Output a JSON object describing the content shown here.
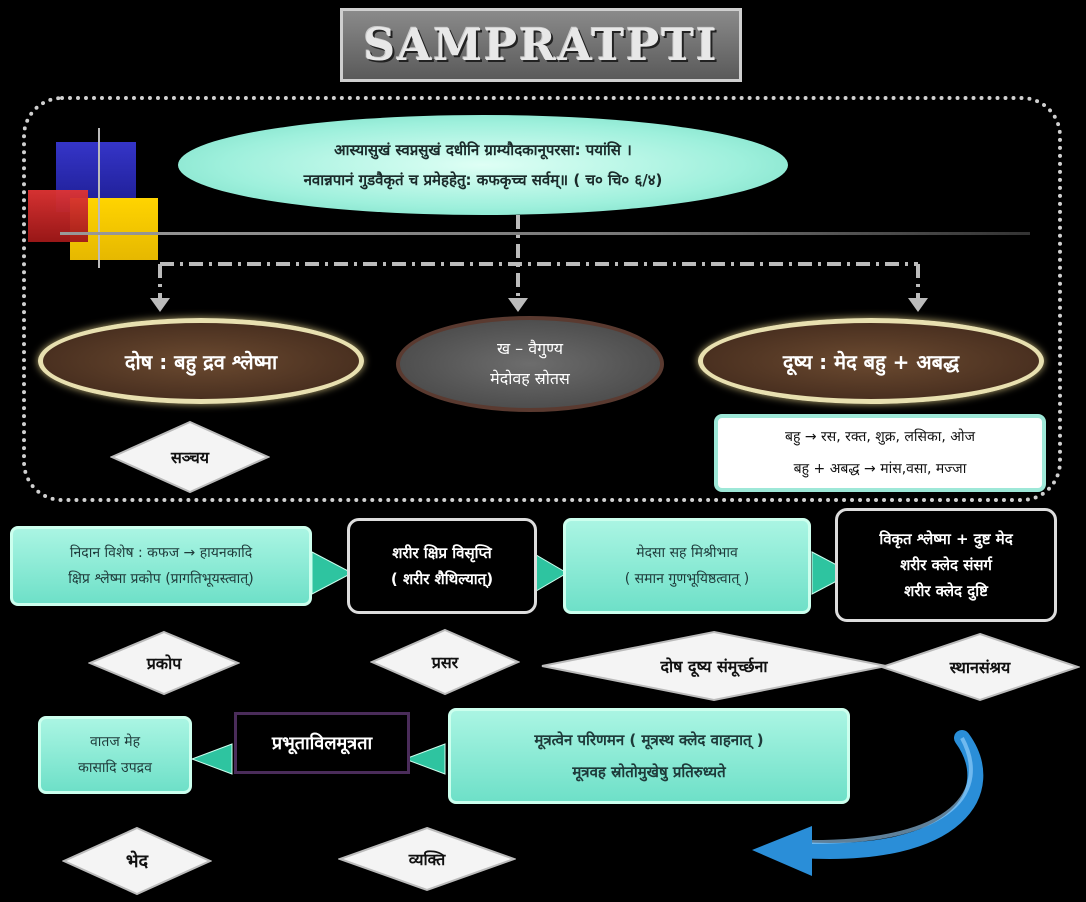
{
  "title": "SAMPRATPTI",
  "verse": {
    "line1": "आस्यासुखं स्वप्नसुखं दधीनि ग्राम्यौदकानूपरसा: पयांसि ।",
    "line2": "नवान्नपानं गुडवैकृतं च प्रमेहहेतु: कफकृच्च सर्वम्॥ ( च० चि० ६/४)"
  },
  "dosha": "दोष : बहु द्रव  श्लेष्मा",
  "khavaigunya": {
    "line1": "ख – वैगुण्य",
    "line2": "मेदोवह स्रोतस"
  },
  "dushya": "दूष्य : मेद  बहु + अबद्ध",
  "sanchaya": "सञ्चय",
  "dushya_detail": {
    "line1": "बहु → रस, रक्त, शुक्र, लसिका, ओज",
    "line2": "बहु + अबद्ध → मांस,वसा, मज्जा"
  },
  "nidana": {
    "line1": "निदान विशेष : कफज → हायनकादि",
    "line2": "क्षिप्र श्लेष्मा प्रकोप  (प्रागतिभूयस्त्वात्)"
  },
  "sharira": {
    "line1": "शरीर क्षिप्र विसृप्ति",
    "line2": "( शरीर शैथिल्यात्)"
  },
  "medasa": {
    "line1": "मेदसा सह मिश्रीभाव",
    "line2": "( समान गुणभूयिष्ठत्वात् )"
  },
  "vikrita": {
    "line1": "विकृत श्लेष्मा  + दुष्ट मेद",
    "line2": "शरीर क्लेद संसर्ग",
    "line3": "शरीर क्लेद दुष्टि"
  },
  "stages": {
    "prakopa": "प्रकोप",
    "prasara": "प्रसर",
    "samurchhana": "दोष दूष्य संमूर्च्छना",
    "sthanasamshraya": "स्थानसंश्रय",
    "bheda": "भेद",
    "vyakti": "व्यक्ति"
  },
  "vataja": {
    "line1": "वातज मेह",
    "line2": "कासादि उपद्रव"
  },
  "prabhuta": "प्रभूताविलमूत्रता",
  "mutratvena": {
    "line1": "मूत्रत्वेन परिणमन ( मूत्रस्थ क्लेद वाहनात् )",
    "line2": "मूत्रवह स्रोतोमुखेषु प्रतिरुध्यते"
  },
  "colors": {
    "teal": "#7be8cf",
    "brown": "#4a3020",
    "arrow_green": "#2ec4a0",
    "frame": "#cfcfcf"
  }
}
